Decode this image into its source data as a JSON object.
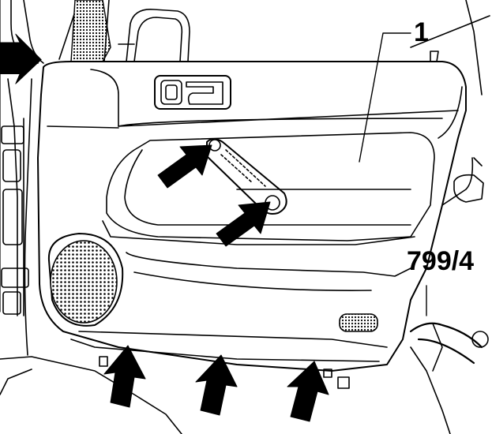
{
  "labels": {
    "part_number": "1",
    "tool_number": "799/4"
  },
  "colors": {
    "line": "#000000",
    "background": "#ffffff"
  },
  "arrows": [
    {
      "name": "arrow-top-left-body",
      "direction": "right"
    },
    {
      "name": "arrow-handle-upper",
      "direction": "up-right"
    },
    {
      "name": "arrow-handle-lower",
      "direction": "up-right"
    },
    {
      "name": "arrow-bottom-left",
      "direction": "up"
    },
    {
      "name": "arrow-bottom-center",
      "direction": "up"
    },
    {
      "name": "arrow-bottom-right",
      "direction": "up"
    }
  ]
}
